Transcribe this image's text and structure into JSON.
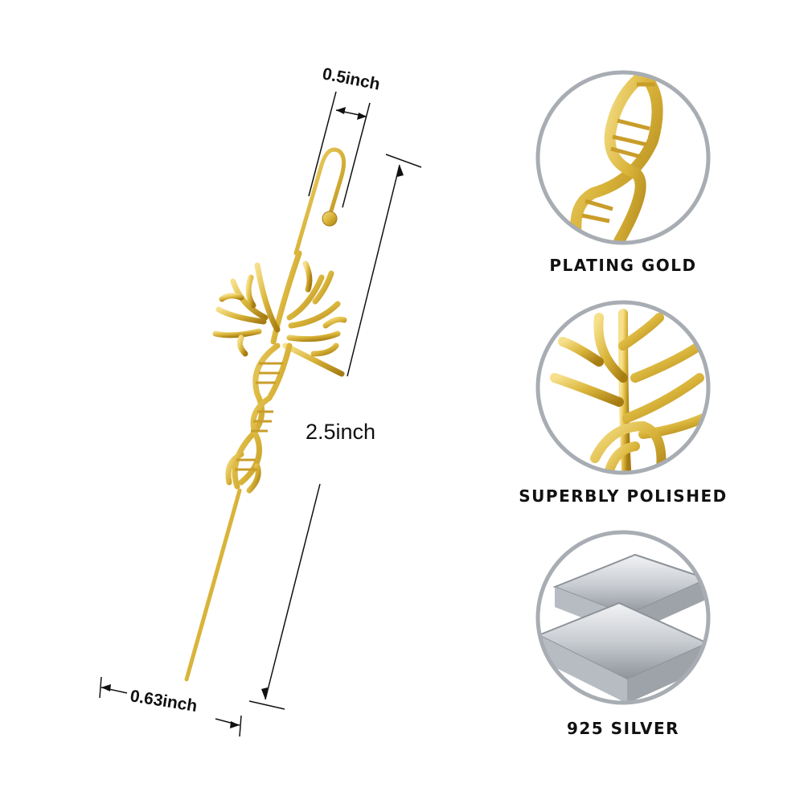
{
  "dimensions": {
    "hook_width": "0.5inch",
    "total_length": "2.5inch",
    "bottom_width": "0.63inch"
  },
  "features": [
    {
      "label": "PLATING GOLD",
      "icon": "dna-helix-closeup"
    },
    {
      "label": "SUPERBLY POLISHED",
      "icon": "tree-branches-closeup"
    },
    {
      "label": "925 SILVER",
      "icon": "silver-bars"
    }
  ],
  "colors": {
    "gold": "#d9b43a",
    "gold_highlight": "#f6e08a",
    "gold_shadow": "#a67c12",
    "circle_border": "#a8adb3",
    "silver": "#c9cdd2"
  }
}
